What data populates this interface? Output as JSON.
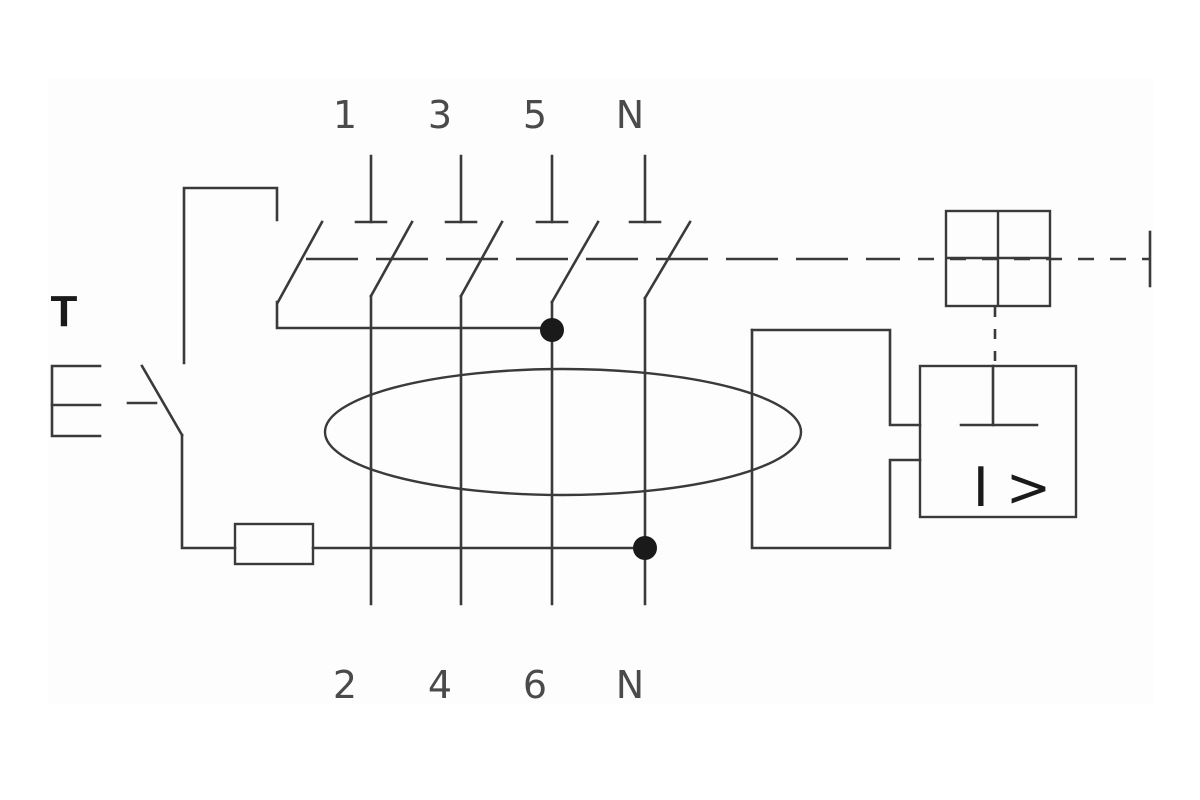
{
  "terminals": {
    "top": [
      "1",
      "3",
      "5",
      "N"
    ],
    "bottom": [
      "2",
      "4",
      "6",
      "N"
    ]
  },
  "test_button_label": "T",
  "trip_unit_label": "I >"
}
